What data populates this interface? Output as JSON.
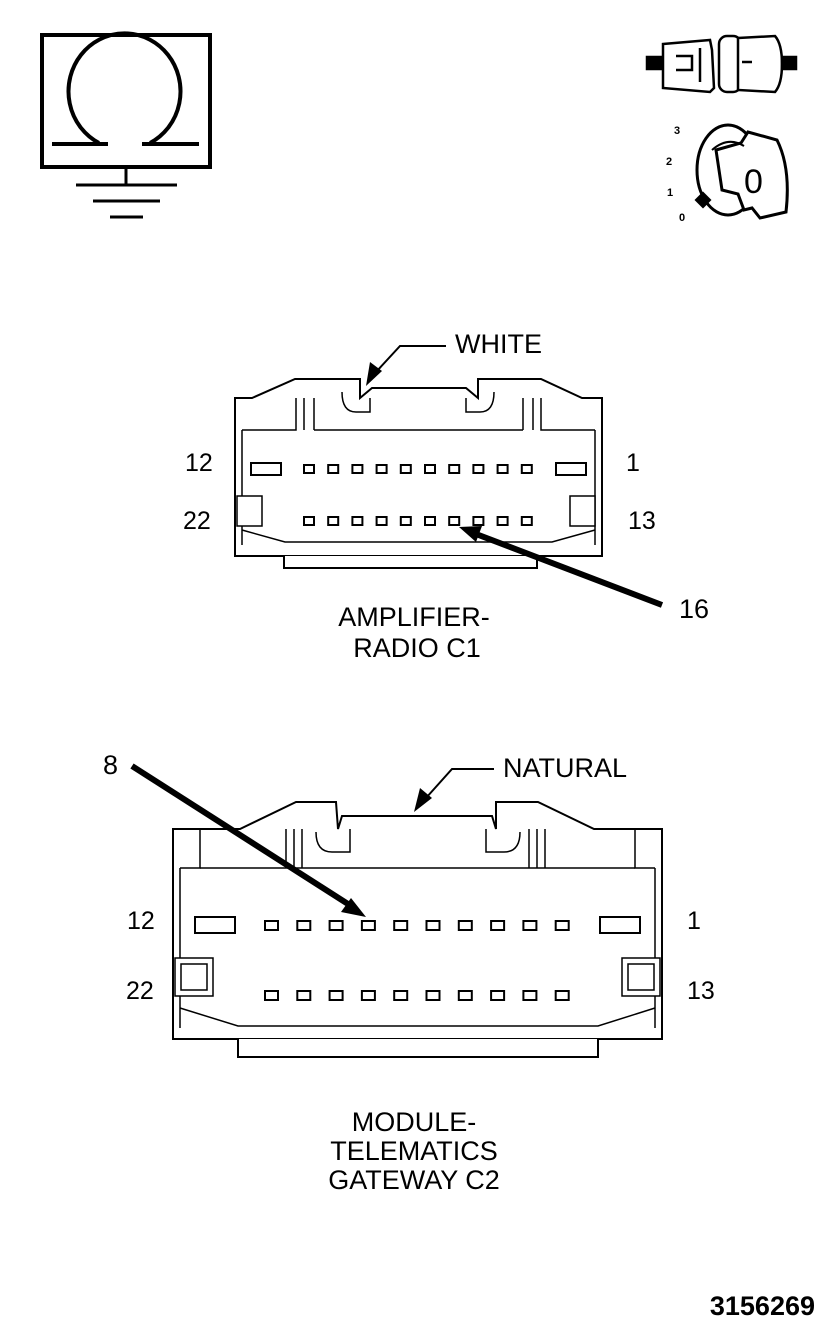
{
  "icons": {
    "ohmmeter": "ohm-ground-icon",
    "connector": "disconnected-connector-icon",
    "ignition": "ignition-key-off-icon"
  },
  "ignition": {
    "positions": [
      "3",
      "2",
      "1",
      "0"
    ],
    "key_label": "0"
  },
  "connector_c1": {
    "color_callout": "WHITE",
    "pin_top_left": "12",
    "pin_top_right": "1",
    "pin_bottom_left": "22",
    "pin_bottom_right": "13",
    "probe_pin": "16",
    "name_line1": "AMPLIFIER-",
    "name_line2": "RADIO C1"
  },
  "connector_c2": {
    "color_callout": "NATURAL",
    "pin_top_left": "12",
    "pin_top_right": "1",
    "pin_bottom_left": "22",
    "pin_bottom_right": "13",
    "probe_pin": "8",
    "name_line1": "MODULE-",
    "name_line2": "TELEMATICS",
    "name_line3": "GATEWAY C2"
  },
  "figure_id": "3156269"
}
